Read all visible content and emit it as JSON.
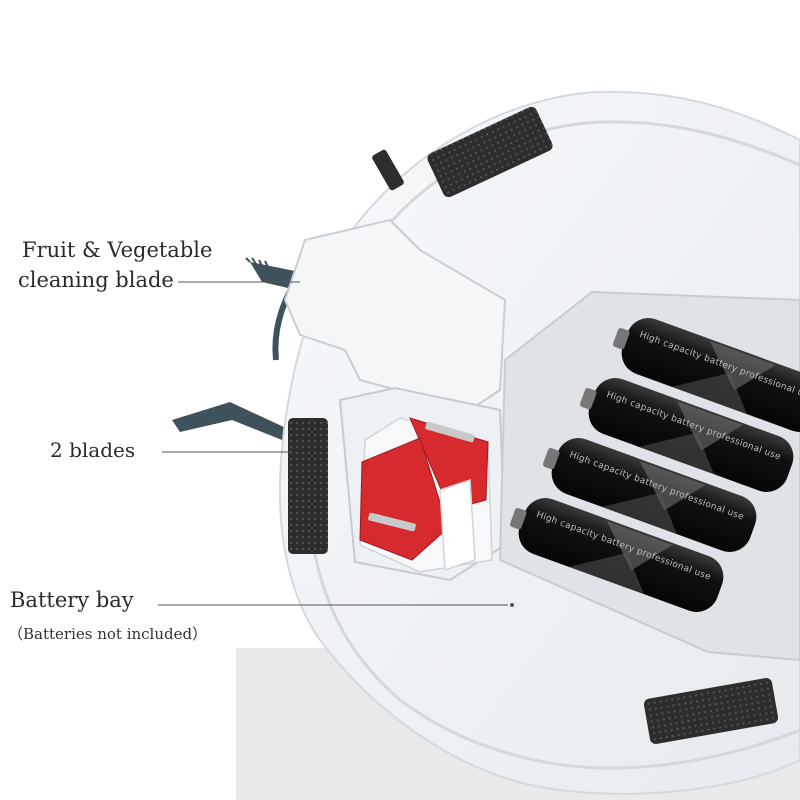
{
  "labels": {
    "fruit_blade_line1": "Fruit & Vegetable",
    "fruit_blade_line2": "cleaning blade",
    "blades": "2 blades",
    "battery_bay": "Battery bay",
    "batteries_note": "（Batteries not included）"
  },
  "battery_print": "High capacity battery professional use",
  "colors": {
    "body": "#eef1f4",
    "rim": "#e4e8ec",
    "battery": "#161616",
    "blade_red": "#d62a2e",
    "brush": "#3f525c",
    "pad": "#2f2f2f",
    "floor": "#e9e9e9"
  }
}
